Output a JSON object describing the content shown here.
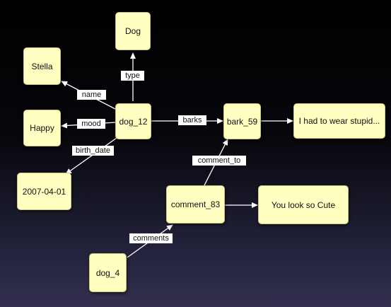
{
  "colors": {
    "node_fill": "#ffffc2",
    "node_border": "#c9c77a",
    "edge": "#ffffff",
    "label_bg": "#ffffff",
    "background_top": "#000000",
    "background_bottom": "#33314f"
  },
  "nodes": {
    "dog": "Dog",
    "stella": "Stella",
    "happy": "Happy",
    "dog_12": "dog_12",
    "date": "2007-04-01",
    "bark_59": "bark_59",
    "bark_text": "I had to wear stupid...",
    "comment_83": "comment_83",
    "cute": "You look so Cute",
    "dog_4": "dog_4"
  },
  "edges": {
    "type": "type",
    "name": "name",
    "mood": "mood",
    "birth_date": "birth_date",
    "barks": "barks",
    "comment_to": "comment_to",
    "comments": "comments"
  }
}
